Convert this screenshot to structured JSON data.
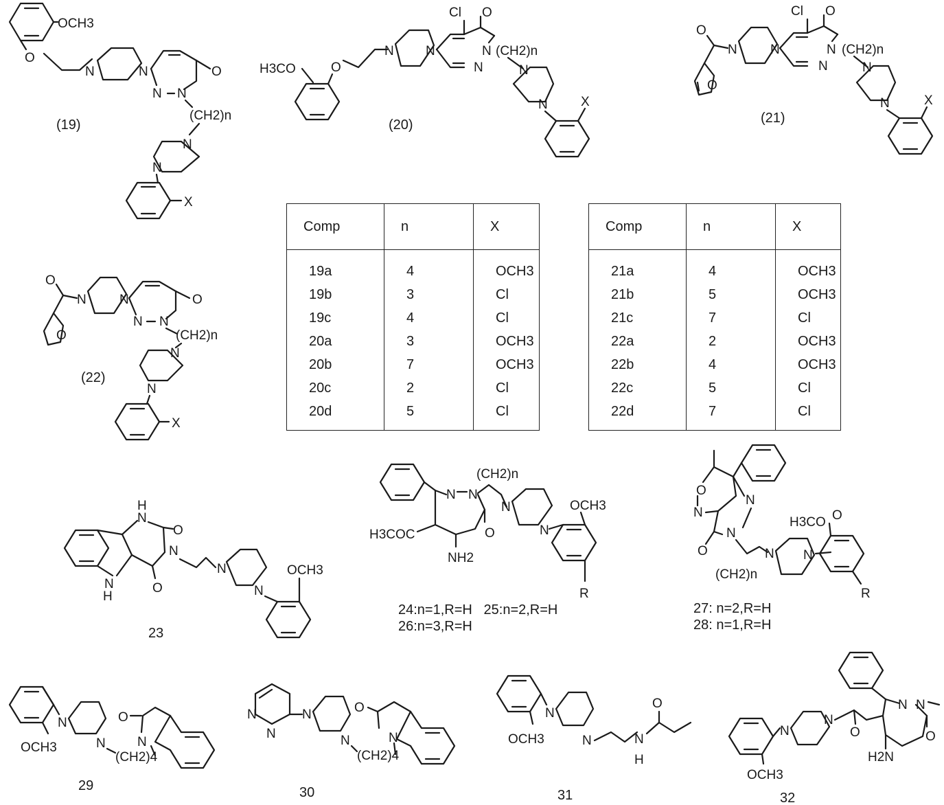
{
  "atoms": {
    "och3": "OCH3",
    "h3co": "H3CO",
    "o": "O",
    "n": "N",
    "cl": "Cl",
    "x": "X",
    "r": "R",
    "h": "H",
    "ch2n": "(CH2)n",
    "ch2_n_paren": "(CH2)n",
    "ch2_4": "(CH2)4",
    "h3coc": "H3COC",
    "nh2": "NH2",
    "h2n": "H2N"
  },
  "captions": {
    "c19": "(19)",
    "c20": "(20)",
    "c21": "(21)",
    "c22": "(22)",
    "c23": "23",
    "c24_26_line1": "24:n=1,R=H   25:n=2,R=H",
    "c24_26_line2": "26:n=3,R=H",
    "c27": "27: n=2,R=H",
    "c28": "28: n=1,R=H",
    "c29": "29",
    "c30": "30",
    "c31": "31",
    "c32": "32"
  },
  "table_left": {
    "headers": [
      "Comp",
      "n",
      "X"
    ],
    "rows": [
      [
        "19a",
        "4",
        "OCH3"
      ],
      [
        "19b",
        "3",
        "Cl"
      ],
      [
        "19c",
        "4",
        "Cl"
      ],
      [
        "20a",
        "3",
        "OCH3"
      ],
      [
        "20b",
        "7",
        "OCH3"
      ],
      [
        "20c",
        "2",
        "Cl"
      ],
      [
        "20d",
        "5",
        "Cl"
      ]
    ]
  },
  "table_right": {
    "headers": [
      "Comp",
      "n",
      "X"
    ],
    "rows": [
      [
        "21a",
        "4",
        "OCH3"
      ],
      [
        "21b",
        "5",
        "OCH3"
      ],
      [
        "21c",
        "7",
        "Cl"
      ],
      [
        "22a",
        "2",
        "OCH3"
      ],
      [
        "22b",
        "4",
        "OCH3"
      ],
      [
        "22c",
        "5",
        "Cl"
      ],
      [
        "22d",
        "7",
        "Cl"
      ]
    ]
  }
}
